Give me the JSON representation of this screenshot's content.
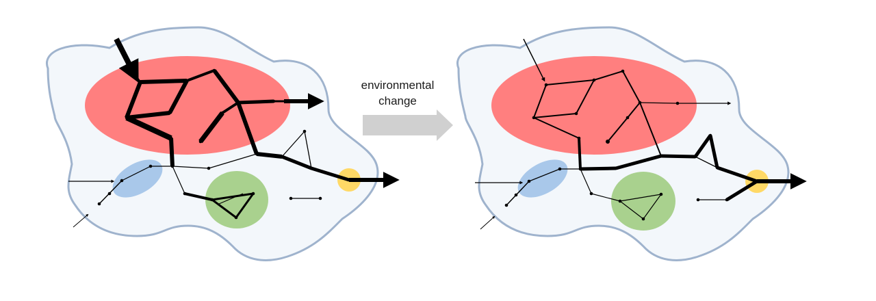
{
  "transition": {
    "label_line1": "environmental",
    "label_line2": "change"
  },
  "colors": {
    "cell_fill": "#f3f7fb",
    "cell_stroke": "#9fb3cd",
    "red_region": "#ff7f7f",
    "blue_region": "#a9c8ea",
    "green_region": "#a9d18e",
    "yellow_region": "#ffd966",
    "transition_arrow": "#d0d0d0",
    "network": "#000000"
  },
  "panels": [
    {
      "state": "before"
    },
    {
      "state": "after"
    }
  ]
}
